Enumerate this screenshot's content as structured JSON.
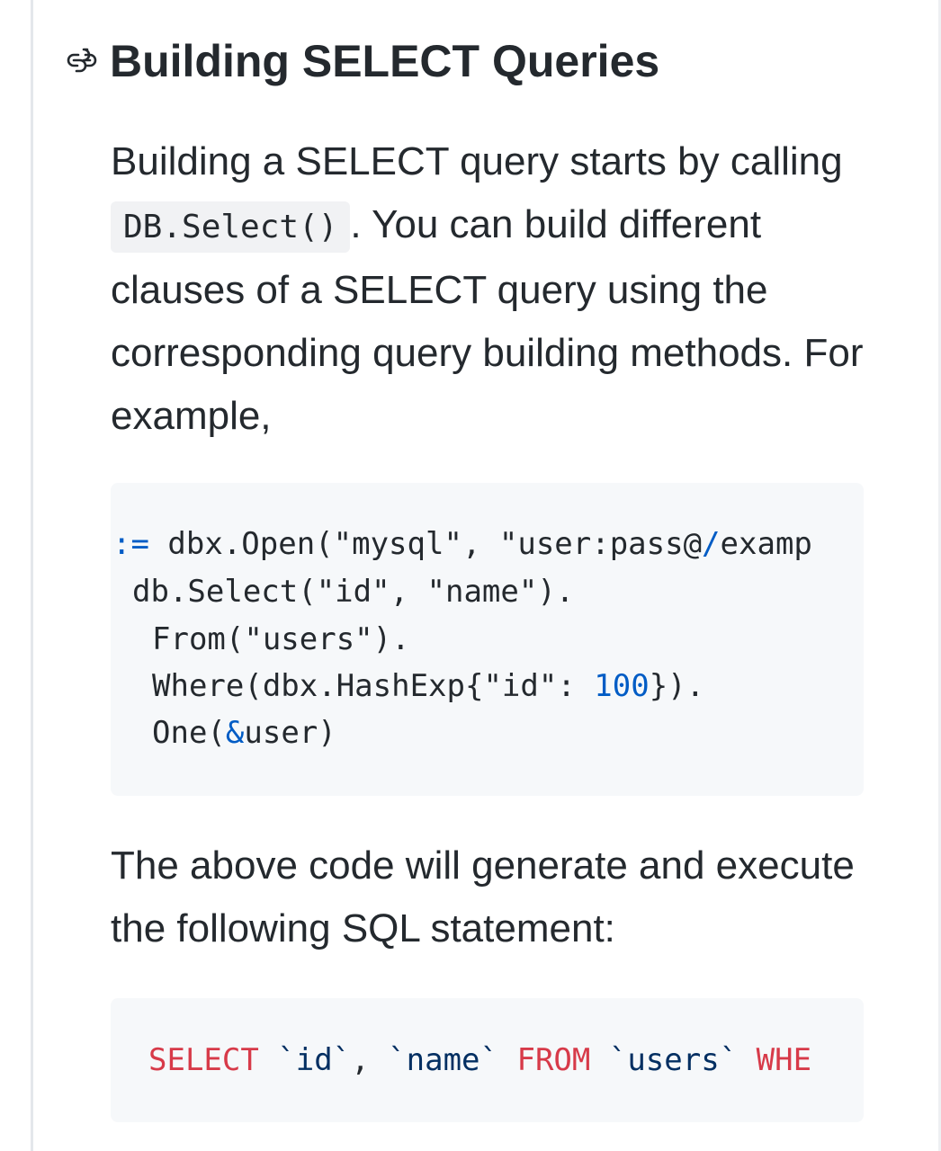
{
  "section": {
    "heading": "Building SELECT Queries",
    "anchor_icon": "link-icon"
  },
  "intro": {
    "text_before": "Building a SELECT query starts by calling ",
    "inline_code": "DB.Select()",
    "text_after": ". You can build different clauses of a SELECT query using the corresponding query building methods. For example,"
  },
  "go_code": {
    "line1": {
      "op": ":=",
      "a": " dbx.Open(\"mysql\", \"user:pass@",
      "slash": "/",
      "b": "examp"
    },
    "line2": "db.Select(\"id\", \"name\").",
    "line3": "From(\"users\").",
    "line4": {
      "a": "Where(dbx.HashExp{\"id\": ",
      "num": "100",
      "b": "})."
    },
    "line5": {
      "a": "One(",
      "amp": "&",
      "b": "user)"
    }
  },
  "outro": {
    "text": "The above code will generate and execute the following SQL statement:"
  },
  "sql_code": {
    "kw_select": "SELECT",
    "id": "`id`",
    "comma": ", ",
    "name": "`name`",
    "kw_from": "FROM",
    "users": "`users`",
    "kw_where": "WHE"
  },
  "colors": {
    "text": "#24292e",
    "code_background": "#f6f8fa",
    "keyword": "#d73a49",
    "operator": "#005cc5",
    "identifier": "#032f62"
  }
}
